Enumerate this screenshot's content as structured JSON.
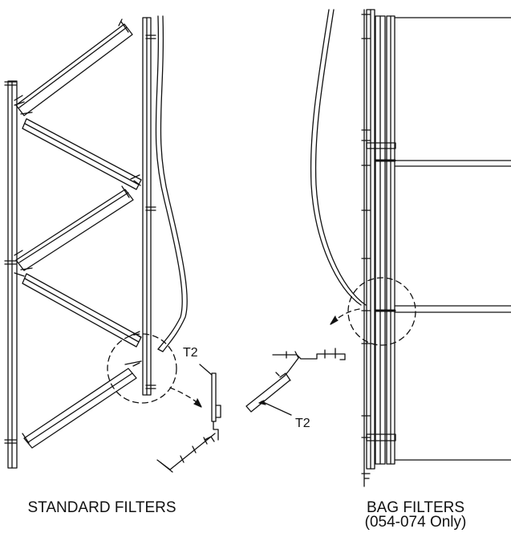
{
  "figure": {
    "captions": {
      "standard": "STANDARD FILTERS",
      "bag_line1": "BAG FILTERS",
      "bag_line2": "(054-074 Only)"
    },
    "callouts": {
      "left_tag": "T2",
      "right_tag": "T2"
    },
    "colors": {
      "ink": "#111111",
      "background": "#ffffff"
    }
  }
}
